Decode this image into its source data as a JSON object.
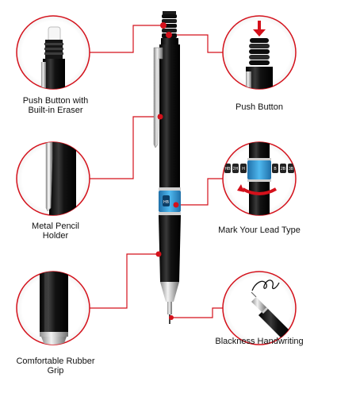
{
  "callouts": {
    "eraser": {
      "line1": "Push Button with",
      "line2": "Built-in Eraser"
    },
    "push_button": {
      "line1": "Push Button"
    },
    "holder": {
      "line1": "Metal Pencil",
      "line2": "Holder"
    },
    "lead_type": {
      "line1": "Mark Your Lead Type"
    },
    "grip": {
      "line1": "Comfortable Rubber",
      "line2": "Grip"
    },
    "handwriting": {
      "line1": "Blackness Handwriting"
    }
  },
  "lead_marks": [
    "HB",
    "2H",
    "H",
    "B",
    "2B",
    "3B"
  ],
  "colors": {
    "accent": "#d4111b",
    "pencil_body": "#111111",
    "lead_band": "#3aa0dc"
  }
}
